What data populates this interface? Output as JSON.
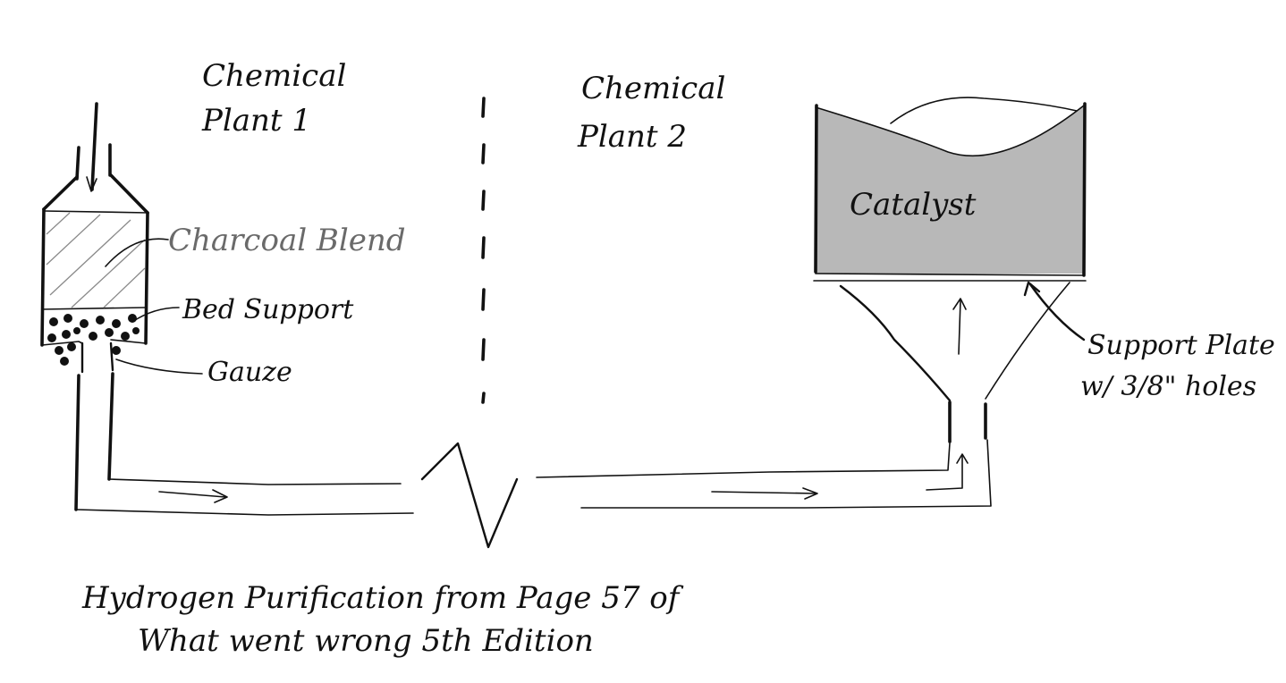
{
  "labels": {
    "plant1_line1": "Chemical",
    "plant1_line2": "Plant 1",
    "plant2_line1": "Chemical",
    "plant2_line2": "Plant 2",
    "charcoal": "Charcoal Blend",
    "bed_support": "Bed Support",
    "gauze": "Gauze",
    "catalyst": "Catalyst",
    "support_plate_line1": "Support Plate",
    "support_plate_line2": "w/ 3/8\" holes",
    "caption_line1": "Hydrogen Purification from Page 57 of",
    "caption_line2": "What went wrong 5th Edition"
  },
  "colors": {
    "ink": "#111111",
    "catalyst_fill": "#b8b8b8",
    "charcoal_label": "#6a6a6a"
  }
}
